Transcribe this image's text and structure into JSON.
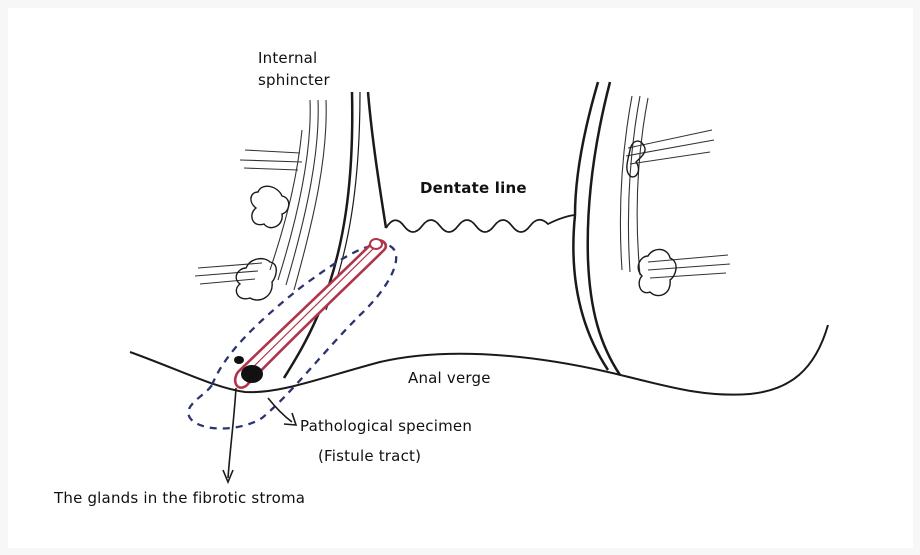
{
  "labels": {
    "internal_sphincter_line1": "Internal",
    "internal_sphincter_line2": "sphincter",
    "dentate_line": "Dentate line",
    "anal_verge": "Anal verge",
    "specimen_line1": "Pathological specimen",
    "specimen_line2": "(Fistule tract)",
    "glands": "The glands in the fibrotic stroma"
  },
  "colors": {
    "ink": "#1a1a1a",
    "tract": "#b0344a",
    "dashed_outline": "#2c3370",
    "background": "#f7f7f7",
    "paper": "#ffffff"
  }
}
